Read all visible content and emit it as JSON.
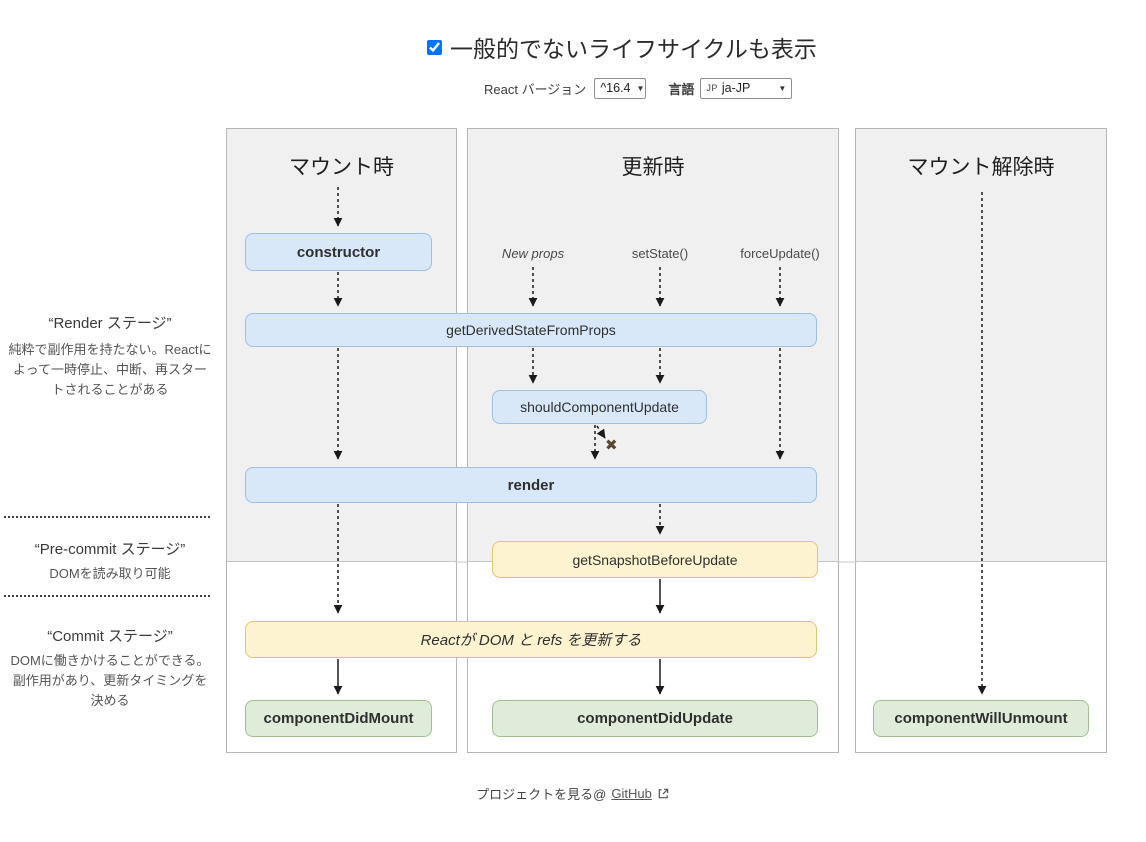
{
  "header": {
    "show_uncommon_checkbox_checked": true,
    "show_uncommon_label": "一般的でないライフサイクルも表示",
    "react_version_label": "React バージョン",
    "react_version_value": "^16.4",
    "language_label": "言語",
    "language_code_badge": "JP",
    "language_value": "ja-JP",
    "dropdown_arrow": "▼"
  },
  "columns": {
    "mount": {
      "title": "マウント時"
    },
    "update": {
      "title": "更新時",
      "triggers": [
        "New props",
        "setState()",
        "forceUpdate()"
      ]
    },
    "unmount": {
      "title": "マウント解除時"
    }
  },
  "lifecycle": {
    "constructor": "constructor",
    "getDerivedStateFromProps": "getDerivedStateFromProps",
    "shouldComponentUpdate": "shouldComponentUpdate",
    "render": "render",
    "getSnapshotBeforeUpdate": "getSnapshotBeforeUpdate",
    "reactUpdates": "Reactが DOM と refs を更新する",
    "componentDidMount": "componentDidMount",
    "componentDidUpdate": "componentDidUpdate",
    "componentWillUnmount": "componentWillUnmount",
    "cancel_mark": "✖"
  },
  "phases": {
    "render": {
      "title": "“Render ステージ”",
      "description": "純粋で副作用を持たない。Reactによって一時停止、中断、再スタートされることがある"
    },
    "pre_commit": {
      "title": "“Pre-commit ステージ”",
      "description": "DOMを読み取り可能"
    },
    "commit": {
      "title": "“Commit ステージ”",
      "description": "DOMに働きかけることができる。副作用があり、更新タイミングを決める"
    }
  },
  "footer": {
    "prefix": "プロジェクトを見る@",
    "link_label": "GitHub"
  },
  "colors": {
    "box_blue_bg": "#d9e8f9",
    "box_blue_border": "#9cbfe2",
    "box_yellow_bg": "#fdf3d1",
    "box_yellow_border": "#e3c46f",
    "box_green_bg": "#dfecda",
    "box_green_border": "#a3bd93",
    "phase_bg": "#f0f0f0",
    "column_border": "#b5b5b5",
    "cancel_mark": "#5a4632"
  }
}
